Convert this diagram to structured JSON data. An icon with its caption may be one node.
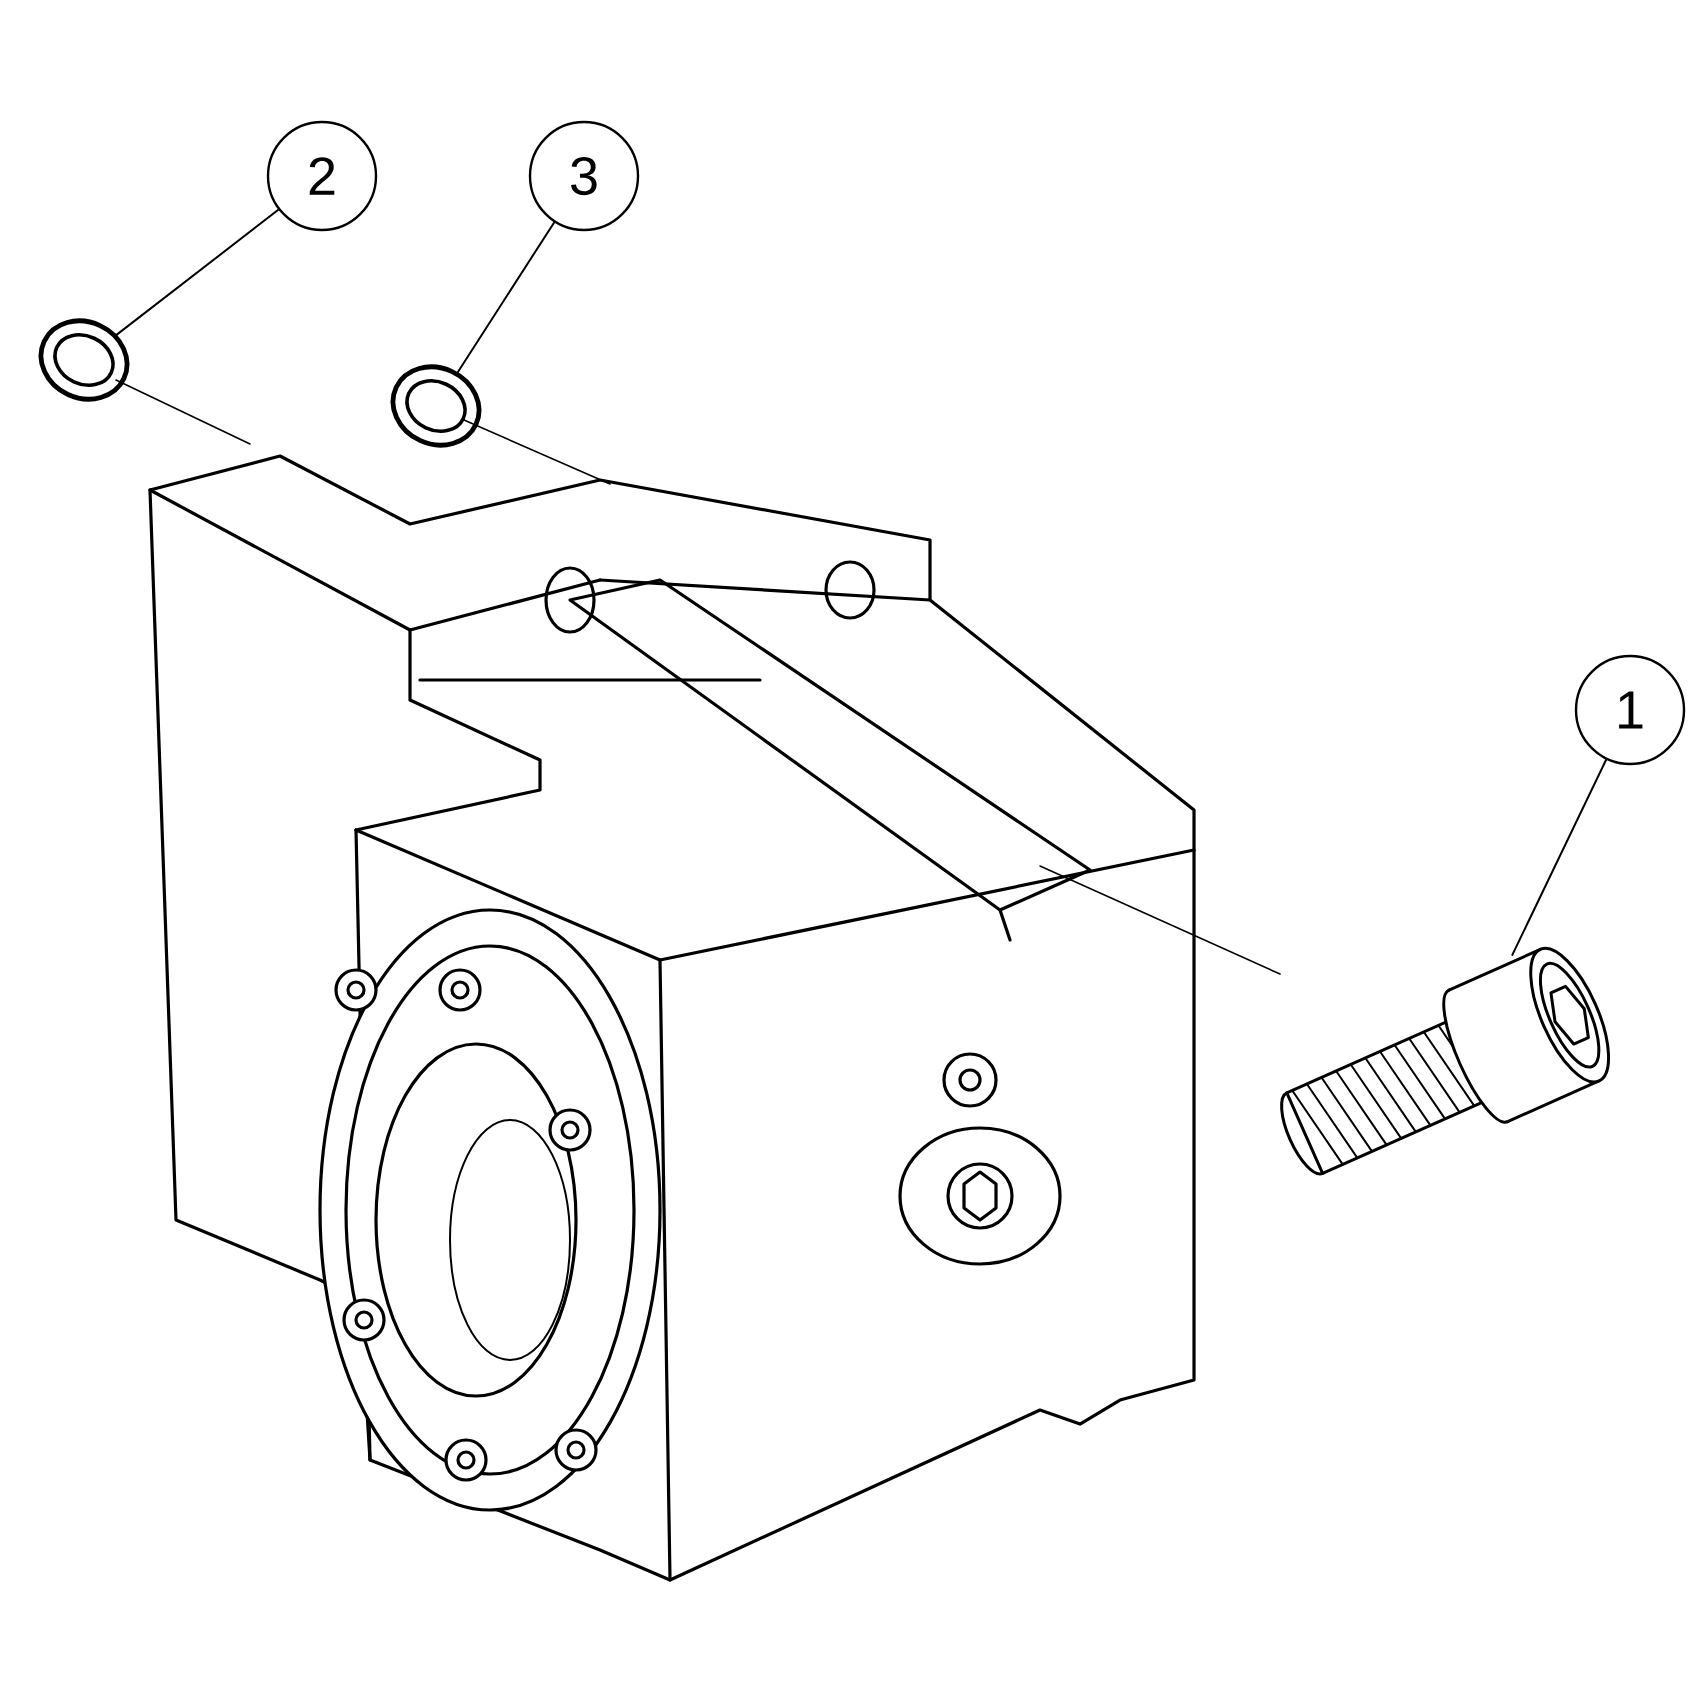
{
  "diagram": {
    "nodes": [
      {
        "text": [
          "2"
        ]
      },
      {
        "text": [
          "3"
        ]
      },
      {
        "text": [
          "1"
        ]
      },
      {
        "text": [],
        "shape": "picture"
      },
      {
        "text": [],
        "shape": "picture"
      },
      {
        "text": [],
        "shape": "picture"
      }
    ],
    "edges": [
      {
        "from": 0,
        "to": 3,
        "arrow": "none"
      },
      {
        "from": 1,
        "to": 4,
        "arrow": "none"
      },
      {
        "from": 2,
        "to": 5,
        "arrow": "none"
      }
    ]
  }
}
